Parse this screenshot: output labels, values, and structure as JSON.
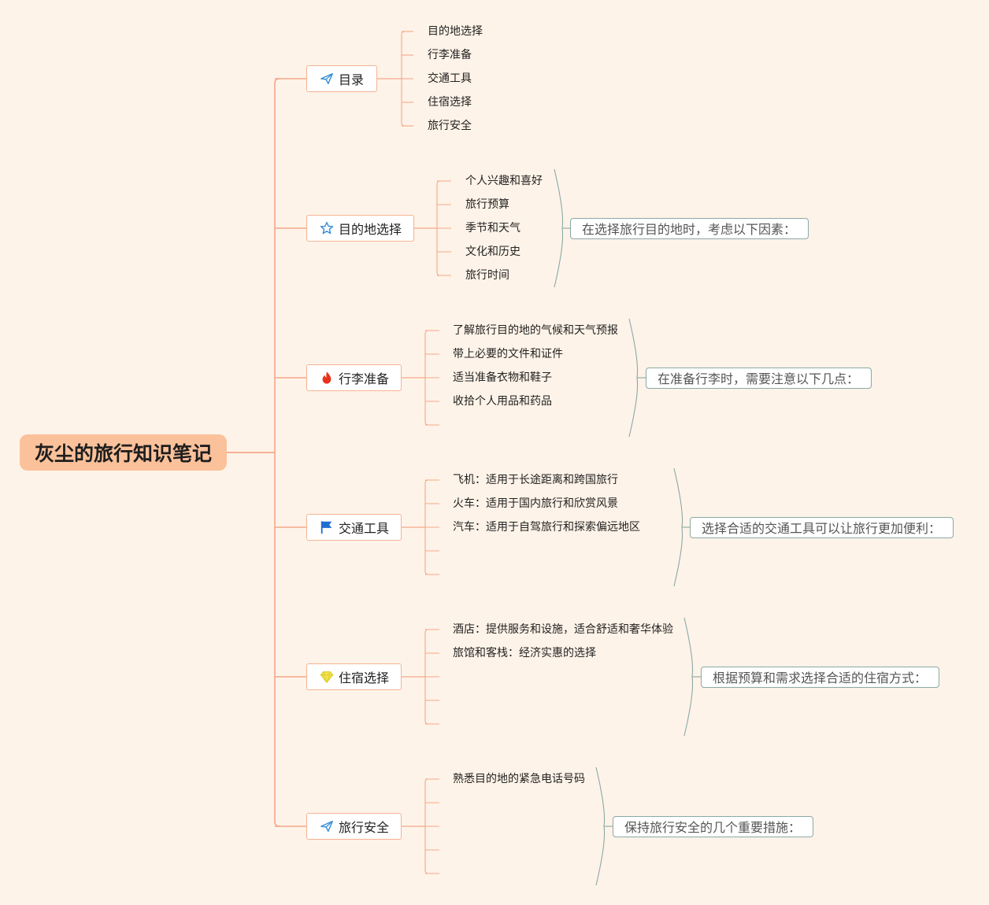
{
  "root": {
    "title": "灰尘的旅行知识笔记"
  },
  "colors": {
    "background": "#fef3e8",
    "root_fill": "#fbc19a",
    "connector": "#f4a88a",
    "topic_border": "#f6b394",
    "summary_border": "#8aa9a6"
  },
  "branches": [
    {
      "label": "目录",
      "icon": "paper-plane-icon",
      "children": [
        "目的地选择",
        "行李准备",
        "交通工具",
        "住宿选择",
        "旅行安全"
      ],
      "summary": ""
    },
    {
      "label": "目的地选择",
      "icon": "star-icon",
      "children": [
        "个人兴趣和喜好",
        "旅行预算",
        "季节和天气",
        "文化和历史",
        "旅行时间"
      ],
      "summary": "在选择旅行目的地时，考虑以下因素："
    },
    {
      "label": "行李准备",
      "icon": "fire-icon",
      "children": [
        "了解旅行目的地的气候和天气预报",
        "带上必要的文件和证件",
        "适当准备衣物和鞋子",
        "收拾个人用品和药品",
        ""
      ],
      "summary": "在准备行李时，需要注意以下几点："
    },
    {
      "label": "交通工具",
      "icon": "flag-icon",
      "children": [
        "飞机：适用于长途距离和跨国旅行",
        "火车：适用于国内旅行和欣赏风景",
        "汽车：适用于自驾旅行和探索偏远地区",
        "",
        ""
      ],
      "summary": "选择合适的交通工具可以让旅行更加便利："
    },
    {
      "label": "住宿选择",
      "icon": "diamond-icon",
      "children": [
        "酒店：提供服务和设施，适合舒适和奢华体验",
        "旅馆和客栈：经济实惠的选择",
        "",
        "",
        ""
      ],
      "summary": "根据预算和需求选择合适的住宿方式："
    },
    {
      "label": "旅行安全",
      "icon": "paper-plane-icon",
      "children": [
        "熟悉目的地的紧急电话号码",
        "",
        "",
        "",
        ""
      ],
      "summary": "保持旅行安全的几个重要措施："
    }
  ]
}
